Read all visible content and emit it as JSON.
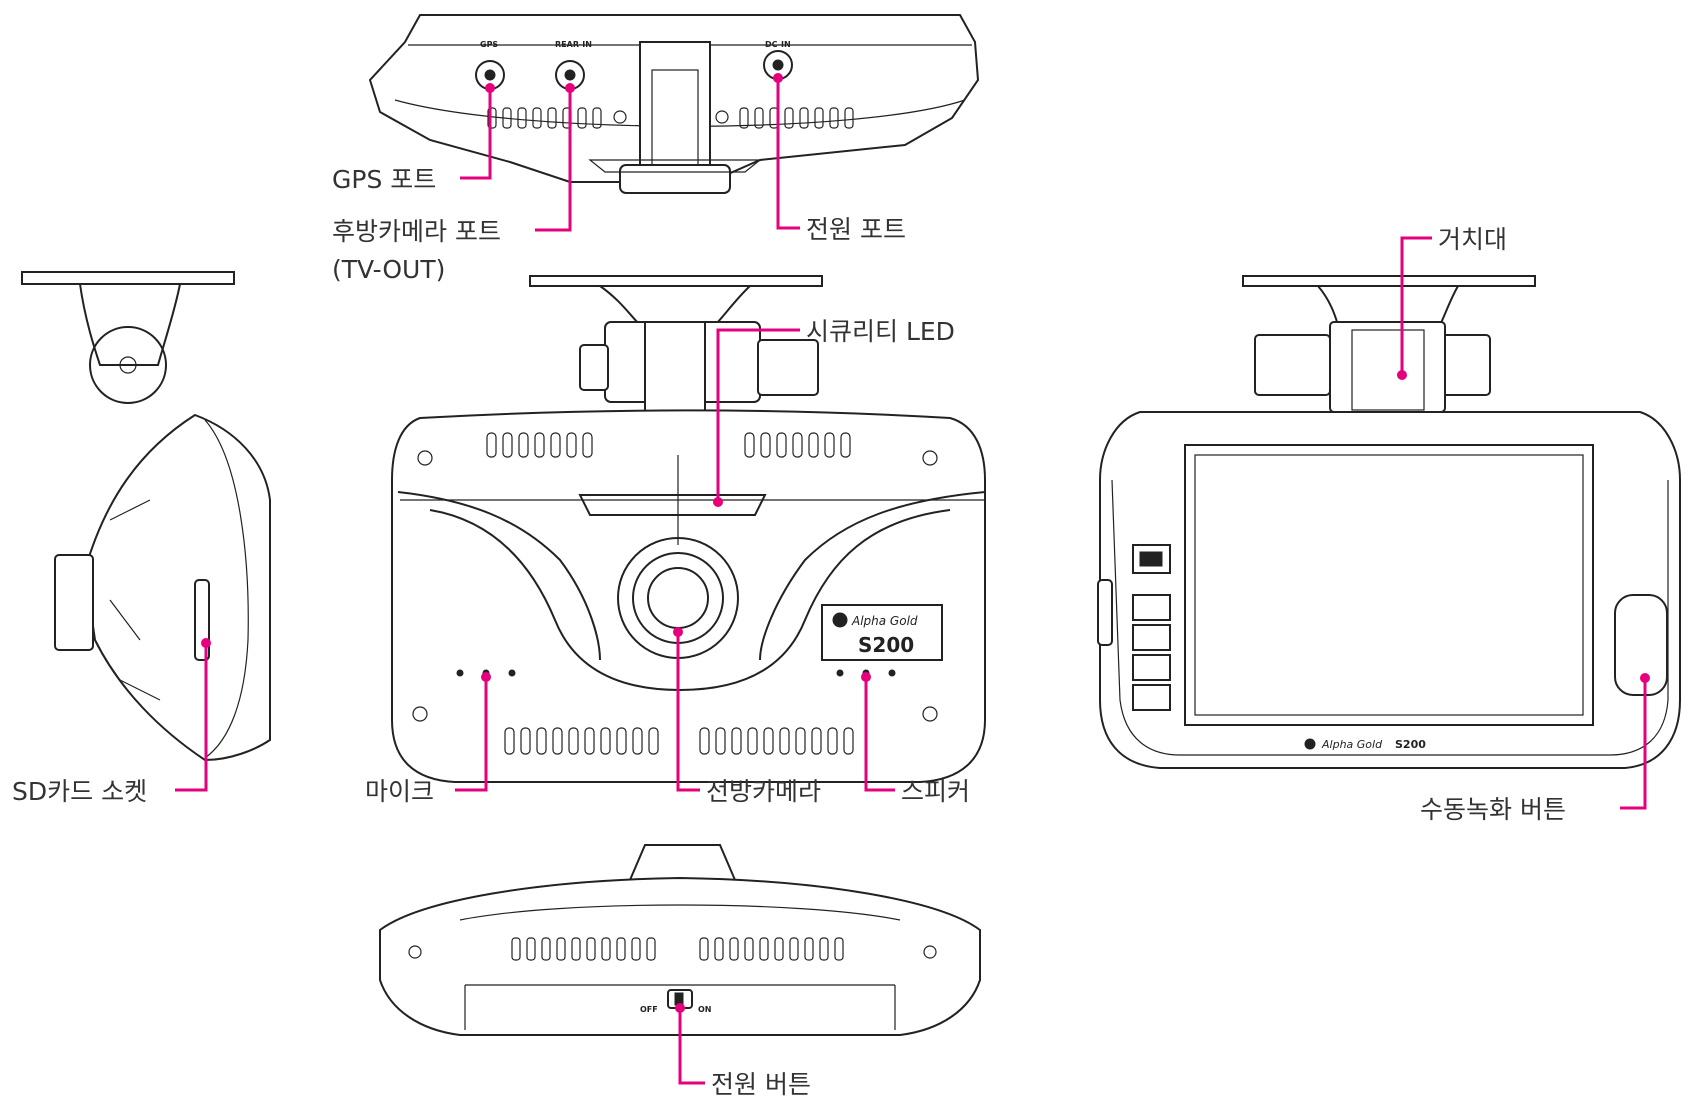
{
  "accent_color": "#e6007e",
  "brand": {
    "name": "Alpha Gold",
    "model": "S200"
  },
  "ports": {
    "gps_tag": "GPS",
    "rear_tag": "REAR-IN",
    "power_tag": "DC-IN"
  },
  "switch": {
    "off": "OFF",
    "on": "ON"
  },
  "callouts": {
    "gps_port": "GPS 포트",
    "rear_camera_port": "후방카메라 포트",
    "tv_out": "(TV-OUT)",
    "power_port": "전원 포트",
    "mount": "거치대",
    "security_led": "시큐리티 LED",
    "sd_socket": "SD카드 소켓",
    "microphone": "마이크",
    "front_camera": "전방카메라",
    "speaker": "스피커",
    "manual_record": "수동녹화 버튼",
    "power_button": "전원 버튼"
  }
}
